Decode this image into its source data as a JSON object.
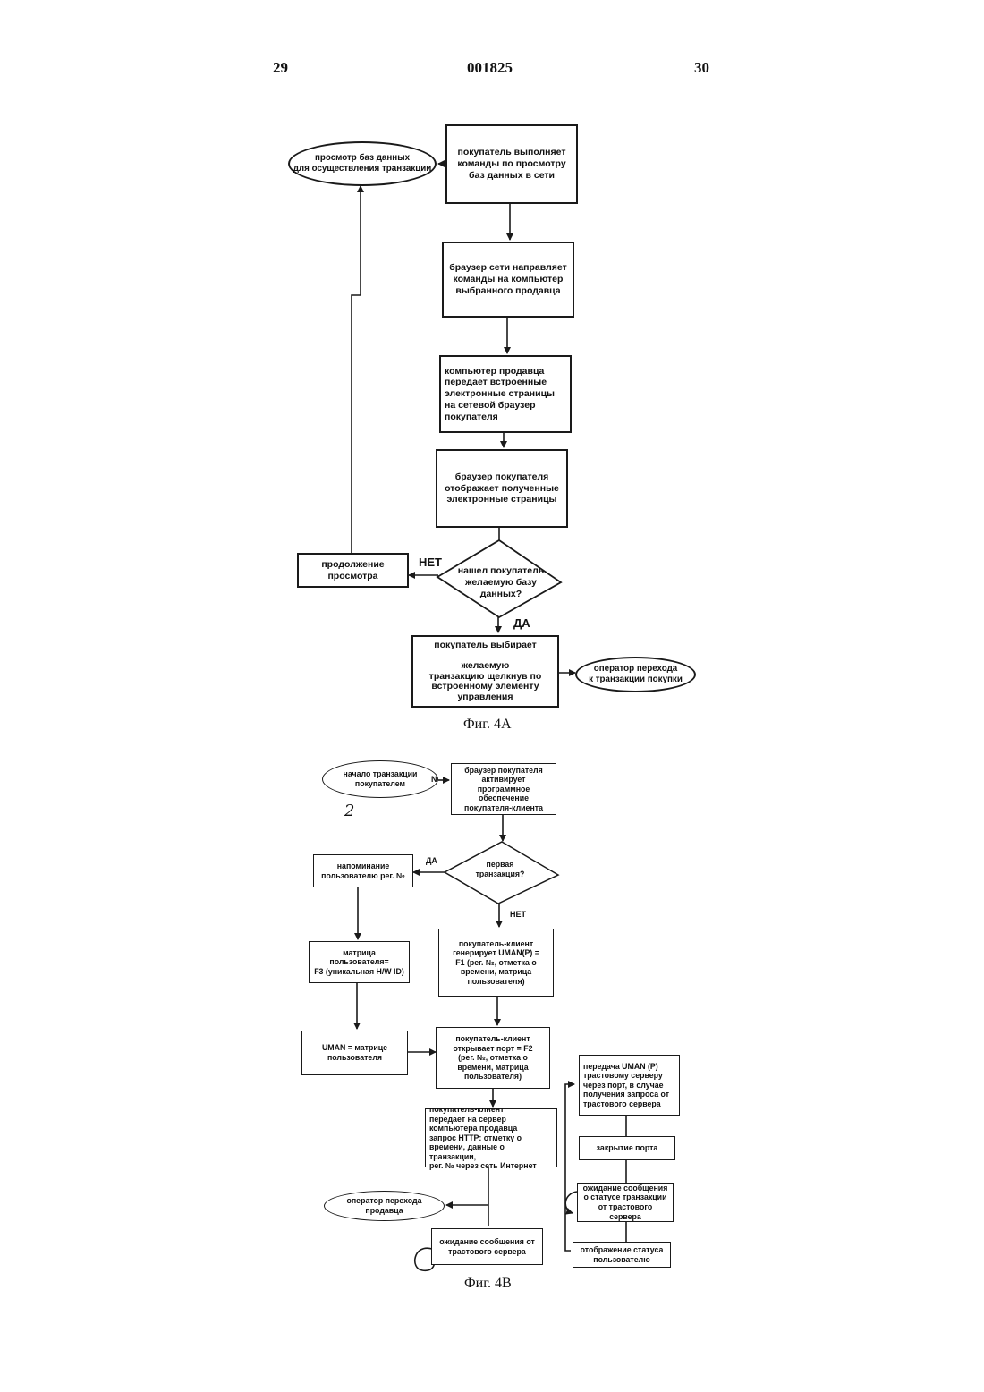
{
  "header": {
    "left_page": "29",
    "doc_number": "001825",
    "right_page": "30"
  },
  "fig4a": {
    "caption": "Фиг. 4А",
    "start_oval": "просмотр баз данных\nдля осуществления транзакции",
    "step1": "покупатель выполняет\nкоманды по просмотру\nбаз данных в сети",
    "step2": "браузер сети направляет\nкоманды на компьютер\nвыбранного продавца",
    "step3": "компьютер продавца\nпередает встроенные\nэлектронные страницы\nна сетевой браузер\nпокупателя",
    "step4": "браузер покупателя\nотображает полученные\nэлектронные страницы",
    "decision": "нашел покупатель\nжелаемую базу\nданных?",
    "no_label": "НЕТ",
    "yes_label": "ДА",
    "continue_box": "продолжение\nпросмотра",
    "select_box": "покупатель выбирает\n\nжелаемую\nтранзакцию щелкнув по\nвстроенному элементу\nуправления",
    "end_oval": "оператор перехода\nк транзакции покупки"
  },
  "fig4b": {
    "caption": "Фиг. 4В",
    "start_oval": "начало транзакции\nпокупателем",
    "start_mark": "N",
    "handwritten_note": "2",
    "step1": "браузер покупателя\nактивирует программное\nобеспечение\nпокупателя-клиента",
    "decision": "первая\nтранзакция?",
    "yes_label": "ДА",
    "no_label": "НЕТ",
    "reminder": "напоминание\nпользователю   рег. №",
    "matrix": "матрица пользователя=\nF3 (уникальная H/W ID)",
    "uman_matrix": "UMAN = матрице\nпользователя",
    "generate": "покупатель-клиент\nгенерирует UMAN(P) =\nF1 (рег. №, отметка о\nвремени, матрица\nпользователя)",
    "open_port": "покупатель-клиент\nоткрывает порт = F2\n(рег. №, отметка о\nвремени, матрица\nпользователя)",
    "send_request": "покупатель-клиент\nпередает на сервер\nкомпьютера продавца\nзапрос HTTP: отметку о\nвремени, данные о транзакции,\nрег. №   через сеть Интернет",
    "seller_oval": "оператор перехода\nпродавца",
    "wait_trust": "ожидание сообщения от\nтрастового сервера",
    "transfer_uman": "передача UMAN (P)\nтрастовому серверу\nчерез порт, в случае\nполучения запроса от\nтрастового сервера",
    "close_port": "закрытие порта",
    "wait_status": "ожидание сообщения\nо статусе транзакции\nот трастового сервера",
    "show_status": "отображение статуса\nпользователю"
  }
}
